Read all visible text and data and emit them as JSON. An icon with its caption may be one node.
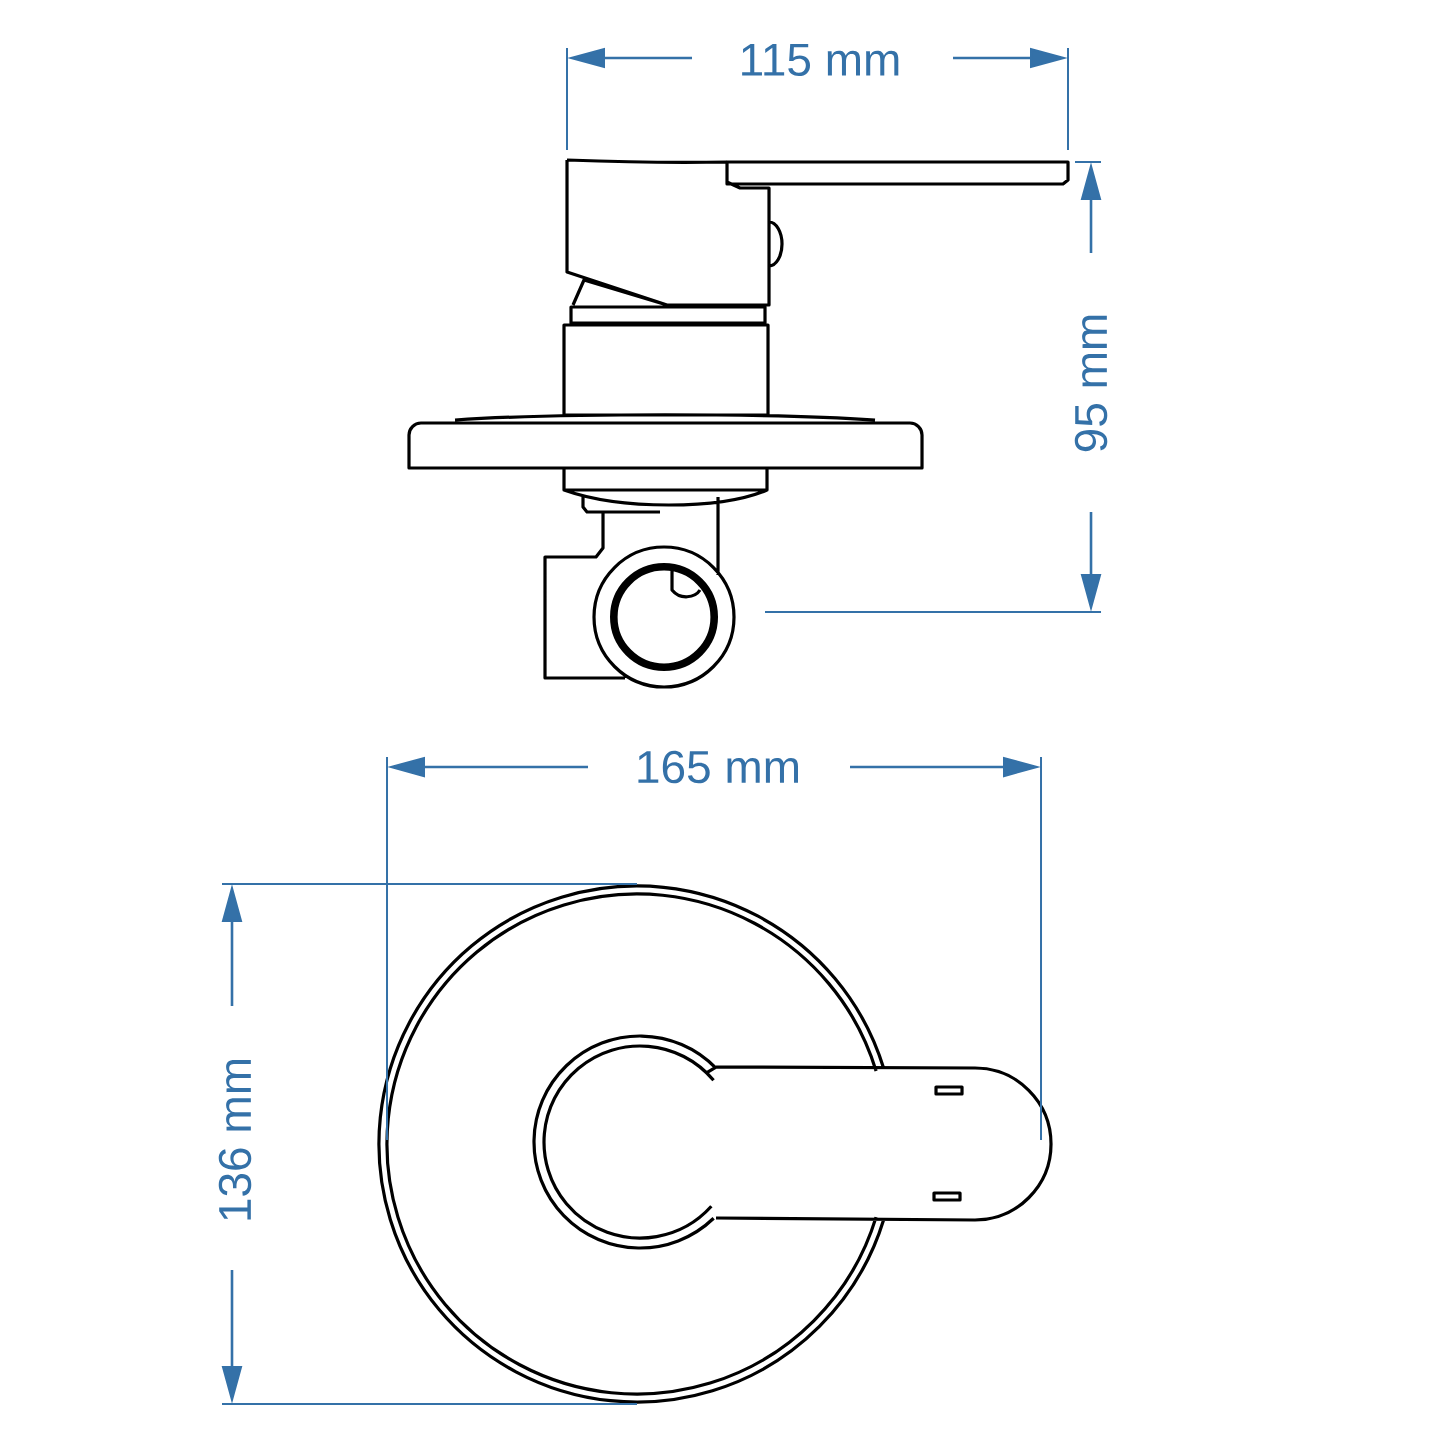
{
  "diagram": {
    "labels": [
      "115 mm",
      "95 mm",
      "165 mm",
      "136 mm"
    ]
  }
}
